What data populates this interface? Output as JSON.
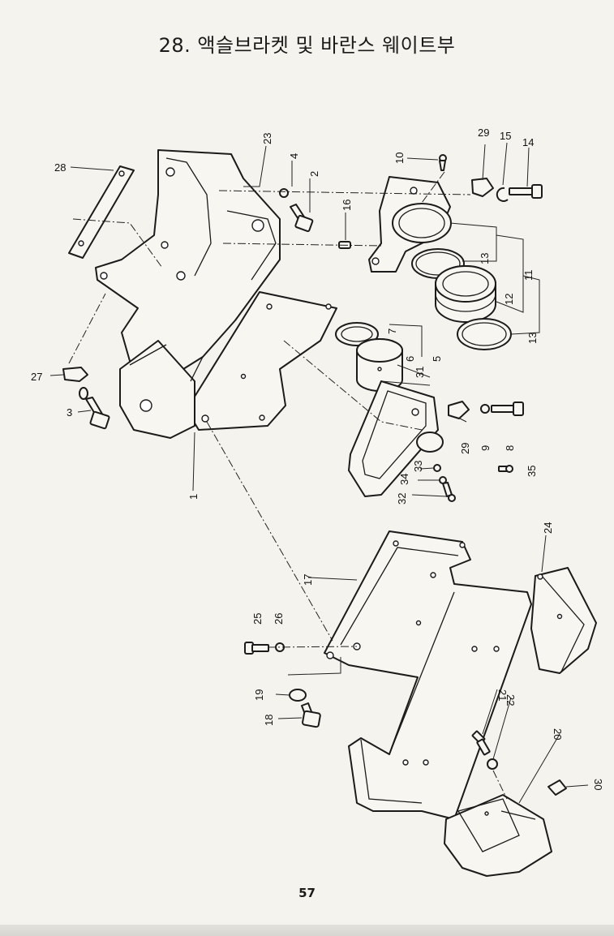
{
  "page": {
    "title": "28. 액슬브라켓 및 바란스 웨이트부",
    "page_number": "57"
  },
  "callouts": {
    "c1": "1",
    "c2": "2",
    "c3": "3",
    "c4": "4",
    "c5": "5",
    "c6": "6",
    "c7": "7",
    "c8": "8",
    "c9": "9",
    "c10": "10",
    "c11": "11",
    "c12": "12",
    "c13a": "13",
    "c13b": "13",
    "c14": "14",
    "c15": "15",
    "c16": "16",
    "c17": "17",
    "c18": "18",
    "c19": "19",
    "c20": "20",
    "c21": "21",
    "c22": "22",
    "c23": "23",
    "c24": "24",
    "c25": "25",
    "c26": "26",
    "c27": "27",
    "c28": "28",
    "c29a": "29",
    "c29b": "29",
    "c30": "30",
    "c31": "31",
    "c32": "32",
    "c33": "33",
    "c34": "34",
    "c35": "35"
  },
  "colors": {
    "ink": "#1b1b1b",
    "paper": "#f4f3ee"
  }
}
